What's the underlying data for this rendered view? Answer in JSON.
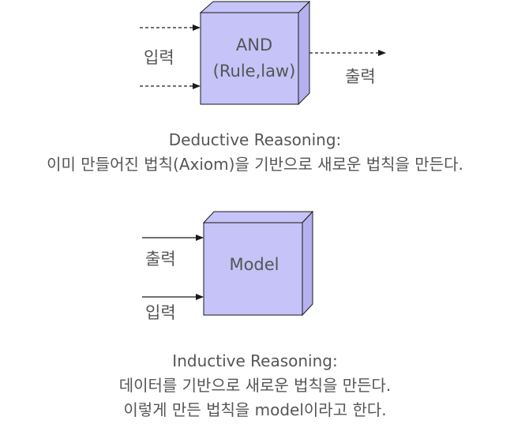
{
  "colors": {
    "box_fill": "#c5c3f7",
    "box_side": "#b4b1ee",
    "box_stroke": "#1a1a1a",
    "text": "#555555"
  },
  "deductive": {
    "box_line1": "AND",
    "box_line2": "(Rule,law)",
    "input_label": "입력",
    "output_label": "출력",
    "caption_title": "Deductive Reasoning:",
    "caption_text": "이미 만들어진 법칙(Axiom)을 기반으로 새로운 법칙을 만든다."
  },
  "inductive": {
    "box_label": "Model",
    "output_label": "출력",
    "input_label": "입력",
    "caption_title": "Inductive Reasoning:",
    "caption_line1": "데이터를 기반으로 새로운 법칙을 만든다.",
    "caption_line2": "이렇게 만든 법칙을 model이라고 한다."
  }
}
